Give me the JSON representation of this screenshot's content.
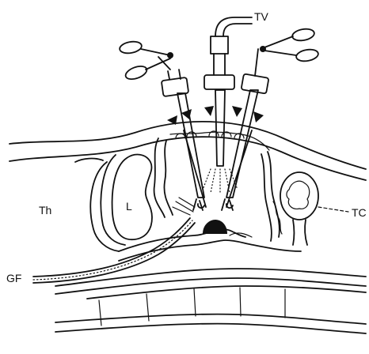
{
  "labels": {
    "tv": "TV",
    "thyroid": "Th",
    "lesion": "L",
    "tc": "TC",
    "gf": "GF"
  },
  "colors": {
    "ink": "#111111",
    "background": "#ffffff"
  }
}
